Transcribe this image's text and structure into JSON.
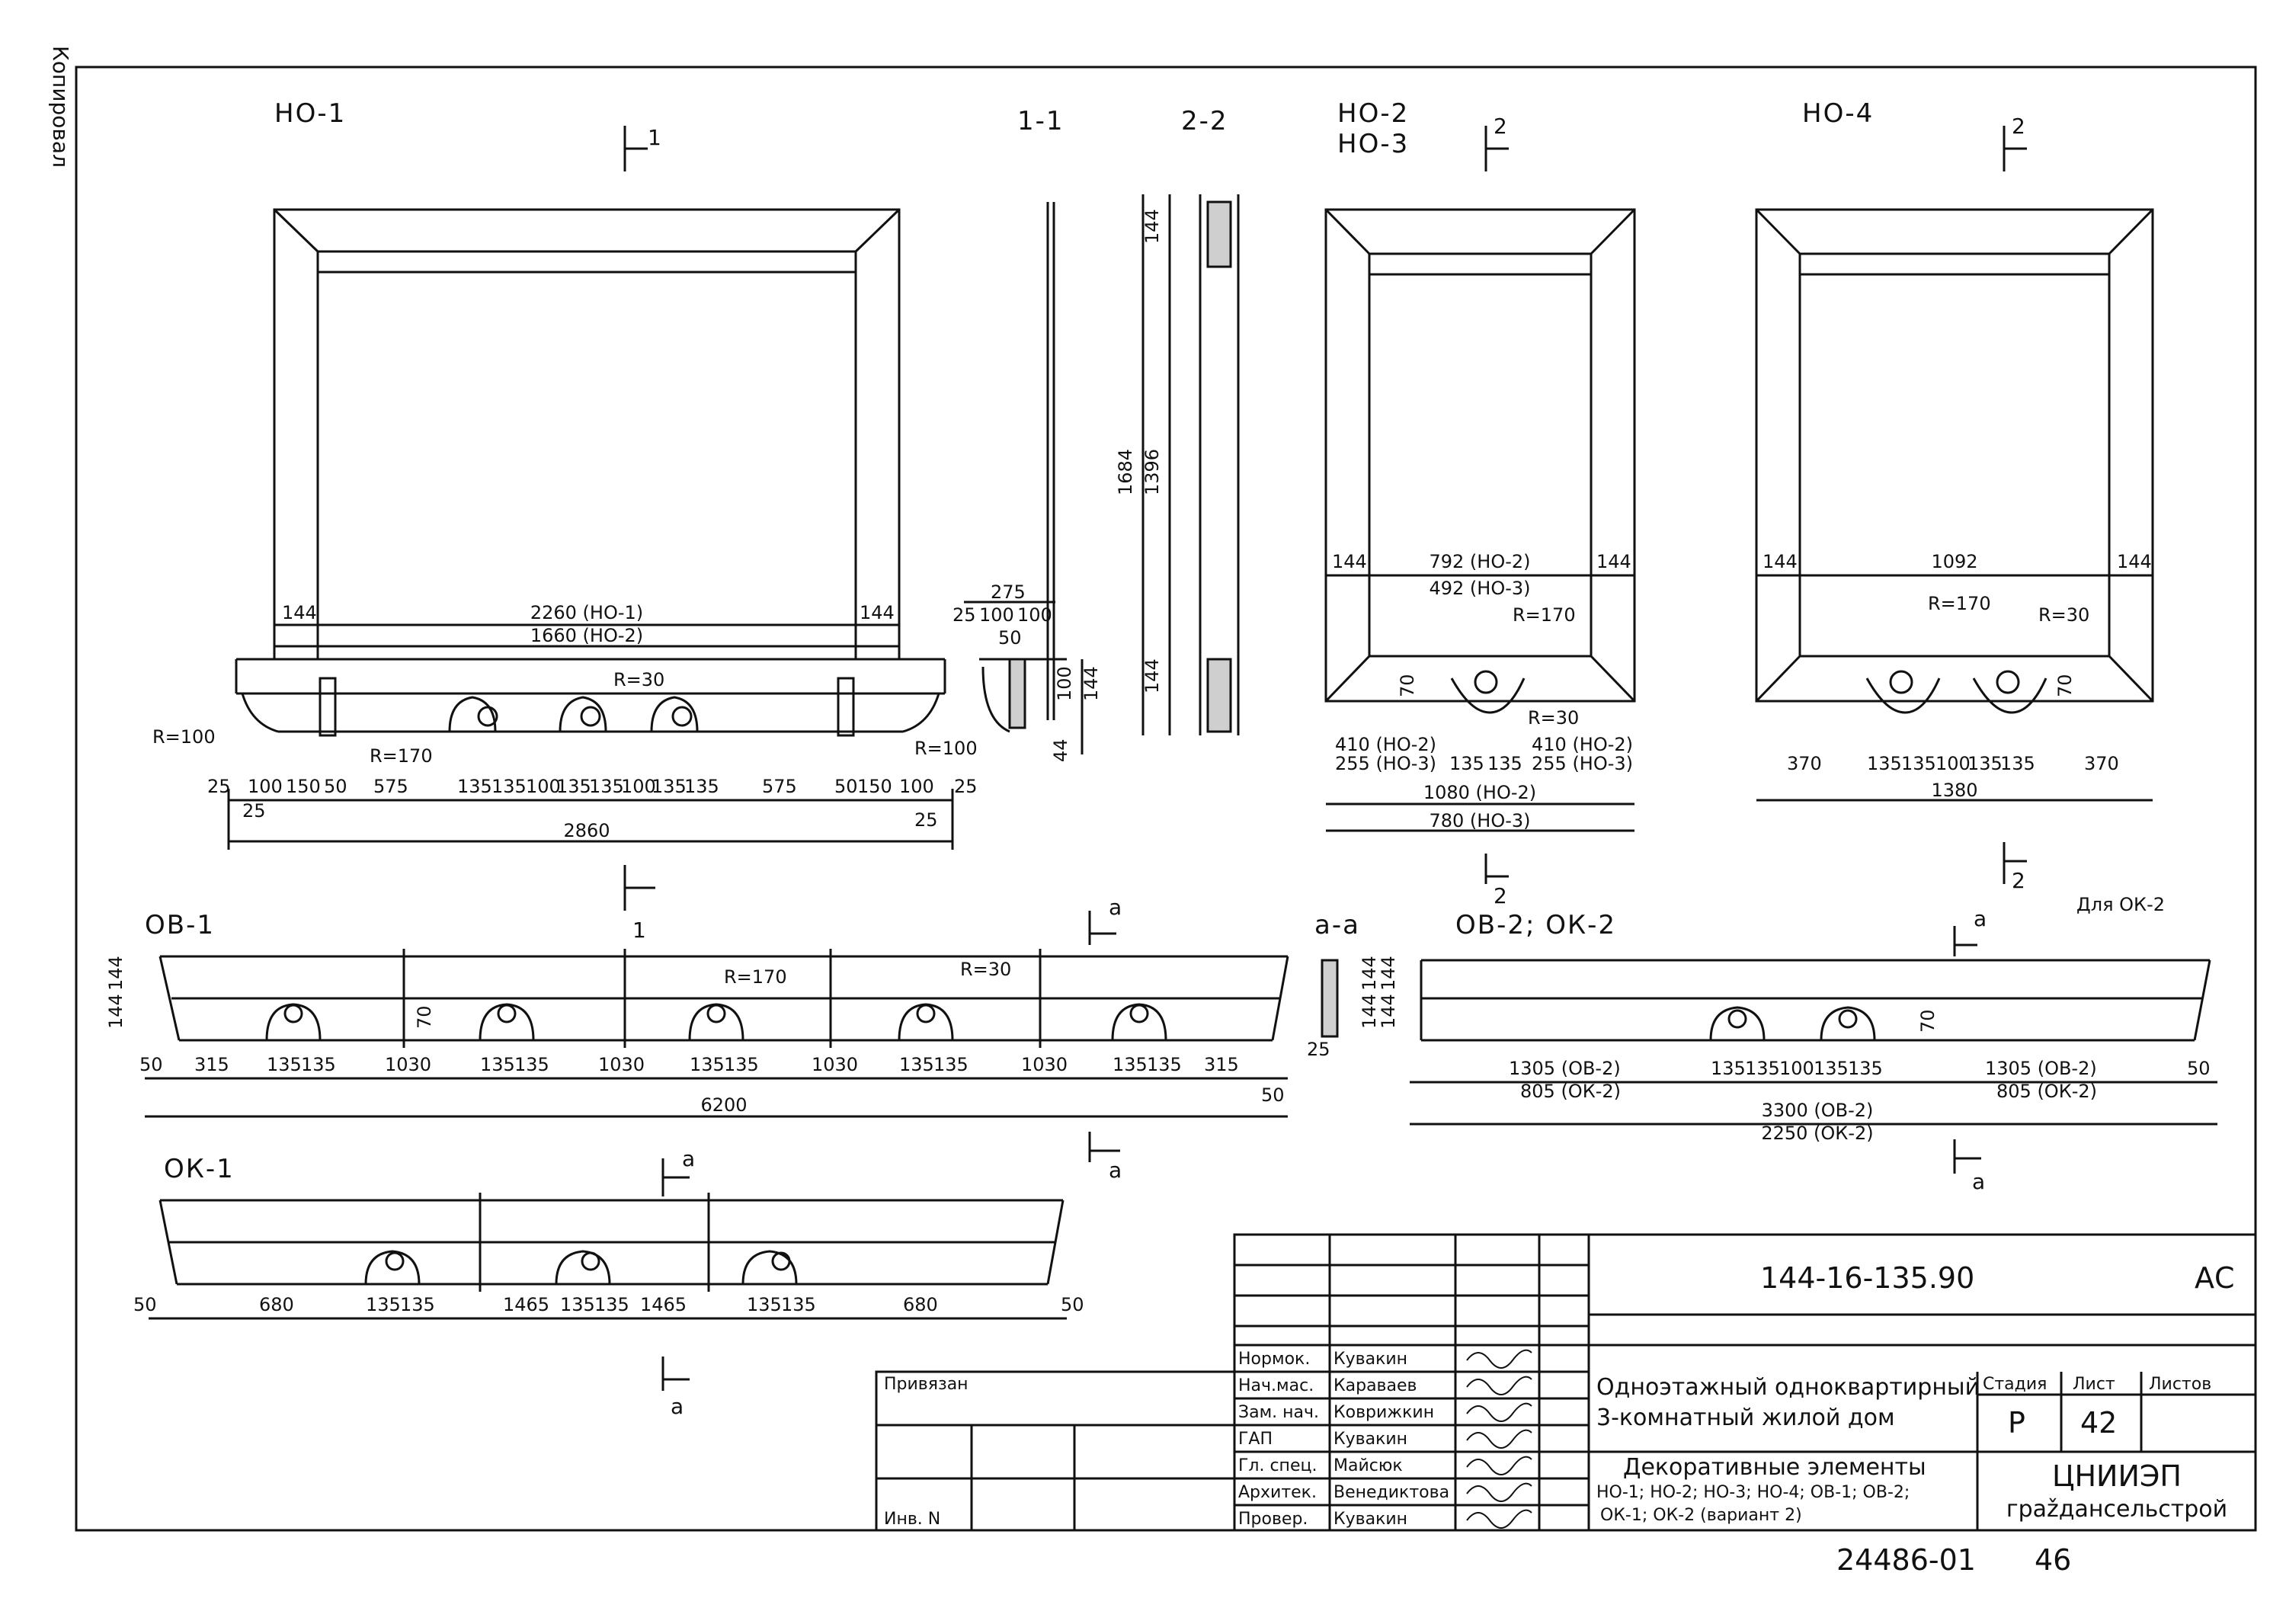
{
  "side_label": "Копировал",
  "views": {
    "no1": {
      "title": "НО-1",
      "dims": {
        "inner_a": "2260 (НО-1)",
        "inner_b": "1660 (НО-2)",
        "side_l": "144",
        "side_r": "144",
        "r_bottom": "R=100",
        "r_left": "R=170",
        "r_circle": "R=30",
        "chain": [
          "25",
          "100",
          "150",
          "50",
          "575",
          "135",
          "135",
          "100",
          "135",
          "135",
          "100",
          "135",
          "135",
          "575",
          "50",
          "150",
          "100",
          "25"
        ],
        "sub_l": "25",
        "sub_r": "25",
        "total": "2860"
      }
    },
    "s11": {
      "title": "1-1",
      "dims": {
        "d275": "275",
        "d25": "25",
        "d100a": "100",
        "d100b": "100",
        "d50": "50",
        "d100c": "100",
        "d144a": "144",
        "d44": "44",
        "r": "R=100"
      }
    },
    "s22": {
      "title": "2-2",
      "dims": {
        "d1684": "1684",
        "d1396": "1396",
        "d144t": "144",
        "d144b": "144"
      }
    },
    "no23": {
      "title_a": "НО-2",
      "title_b": "НО-3",
      "dims": {
        "top": "792 (НО-2)",
        "top2": "492 (НО-3)",
        "l": "144",
        "r": "144",
        "r170": "R=170",
        "r30": "R=30",
        "d70": "70",
        "left_a": "410 (НО-2)",
        "left_b": "255 (НО-3)",
        "c1": "135",
        "c2": "135",
        "right_a": "410 (НО-2)",
        "right_b": "255 (НО-3)",
        "tot_a": "1080 (НО-2)",
        "tot_b": "780 (НО-3)"
      }
    },
    "no4": {
      "title": "НО-4",
      "dims": {
        "top": "1092",
        "l": "144",
        "r": "144",
        "r170": "R=170",
        "r30": "R=30",
        "d70": "70",
        "chain": [
          "370",
          "135",
          "135",
          "100",
          "135",
          "135",
          "370"
        ],
        "total": "1380"
      }
    },
    "ov1": {
      "title": "ОВ-1",
      "dims": {
        "h1": "144",
        "h2": "144",
        "r170": "R=170",
        "r30": "R=30",
        "d70": "70",
        "chain": [
          "50",
          "315",
          "135",
          "135",
          "1030",
          "135",
          "135",
          "1030",
          "135",
          "135",
          "1030",
          "135",
          "135",
          "1030",
          "135",
          "135",
          "315"
        ],
        "end": "50",
        "total": "6200"
      }
    },
    "aa": {
      "title": "а-а",
      "dims": {
        "h1": "144",
        "h2": "144",
        "d25": "25"
      }
    },
    "ov2": {
      "title": "ОВ-2; ОК-2",
      "note": "Для ОК-2",
      "dims": {
        "h1": "144",
        "h2": "144",
        "d70": "70",
        "left_a": "1305 (ОВ-2)",
        "left_b": "805 (ОК-2)",
        "chain": [
          "135",
          "135",
          "100",
          "135",
          "135"
        ],
        "right_a": "1305 (ОВ-2)",
        "right_b": "805 (ОК-2)",
        "end": "50",
        "tot_a": "3300 (ОВ-2)",
        "tot_b": "2250 (ОК-2)"
      }
    },
    "ok1": {
      "title": "ОК-1",
      "dims": {
        "chain": [
          "50",
          "680",
          "135",
          "135",
          "1465",
          "135",
          "135",
          "1465",
          "135",
          "135",
          "680",
          "50"
        ]
      }
    }
  },
  "section_marks": {
    "s1": "1",
    "s2": "2",
    "sa": "а"
  },
  "title_block": {
    "code": "144-16-135.90",
    "set_code": "АС",
    "attached": "Привязан",
    "inv": "Инв. N",
    "roles": [
      {
        "role": "Нормок.",
        "name": "Кувакин"
      },
      {
        "role": "Нач.мас.",
        "name": "Караваев"
      },
      {
        "role": "Зам. нач.",
        "name": "Коврижкин"
      },
      {
        "role": "ГАП",
        "name": "Кувакин"
      },
      {
        "role": "Гл. спец.",
        "name": "Майсюк"
      },
      {
        "role": "Архитек.",
        "name": "Венедиктова"
      },
      {
        "role": "Провер.",
        "name": "Кувакин"
      }
    ],
    "project_l1": "Одноэтажный одноквартирный",
    "project_l2": "3-комнатный жилой дом",
    "sheet_l1": "Декоративные элементы",
    "sheet_l2": "НО-1; НО-2; НО-3; НО-4; ОВ-1; ОВ-2;",
    "sheet_l3": "ОК-1; ОК-2 (вариант 2)",
    "stage_h": "Стадия",
    "sheet_h": "Лист",
    "sheets_h": "Листов",
    "stage": "Р",
    "sheet": "42",
    "org_l1": "ЦНИИЭП",
    "org_l2": "грažдансельстрой"
  },
  "footer": {
    "archive": "24486-01",
    "page": "46"
  }
}
